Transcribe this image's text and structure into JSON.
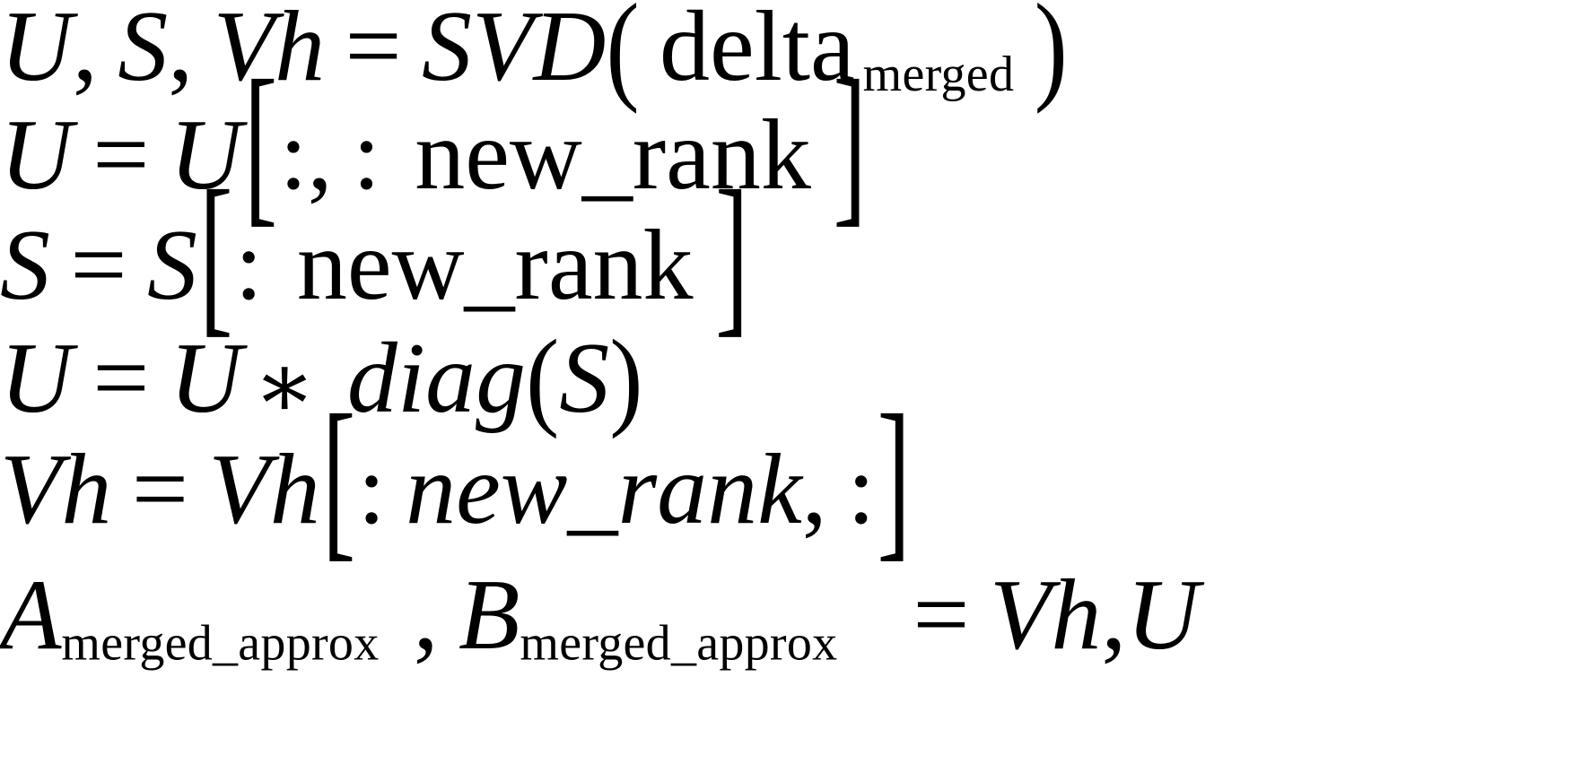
{
  "document": {
    "kind": "rendered-latex-equation-block",
    "background_color": "#ffffff",
    "text_color": "#000000",
    "alignment": "left",
    "line_count": 6
  },
  "equations": {
    "line1": {
      "full_text": "U, S, Vh = SVD( delta_merged )",
      "tok_U": "U",
      "comma1": ",",
      "tok_S": "S",
      "comma2": ",",
      "tok_Vh": "Vh",
      "equals": "=",
      "tok_SVD": "SVD",
      "paren_open": "(",
      "tok_delta": "delta",
      "sub_merged": "merged",
      "paren_close": ")"
    },
    "line2": {
      "full_text": "U = U[:, : new_rank ]",
      "lhs": "U",
      "equals": "=",
      "rhs": "U",
      "bracket_open": "[",
      "colon1": ":",
      "comma": ",",
      "colon2": ":",
      "tok_new_rank": "new_rank",
      "bracket_close": "]"
    },
    "line3": {
      "full_text": "S = S[: new_rank ]",
      "lhs": "S",
      "equals": "=",
      "rhs": "S",
      "bracket_open": "[",
      "colon1": ":",
      "tok_new_rank": "new_rank",
      "bracket_close": "]"
    },
    "line4": {
      "full_text": "U = U * diag(S)",
      "lhs": "U",
      "equals": "=",
      "rhs": "U",
      "star": "∗",
      "tok_diag": "diag",
      "paren_open": "(",
      "arg_S": "S",
      "paren_close": ")"
    },
    "line5": {
      "full_text": "Vh = Vh[: new_rank, :]",
      "lhs": "Vh",
      "equals": "=",
      "rhs": "Vh",
      "bracket_open": "[",
      "colon1": ":",
      "tok_new_rank": "new_rank",
      "comma": ",",
      "colon2": ":",
      "bracket_close": "]"
    },
    "line6": {
      "full_text": "A_merged_approx , B_merged_approx = Vh, U",
      "tok_A": "A",
      "sub_A": "merged_approx",
      "comma1": ",",
      "tok_B": "B",
      "sub_B": "merged_approx",
      "equals": "=",
      "res_Vh": "Vh",
      "comma2": ",",
      "res_U": "U"
    }
  }
}
